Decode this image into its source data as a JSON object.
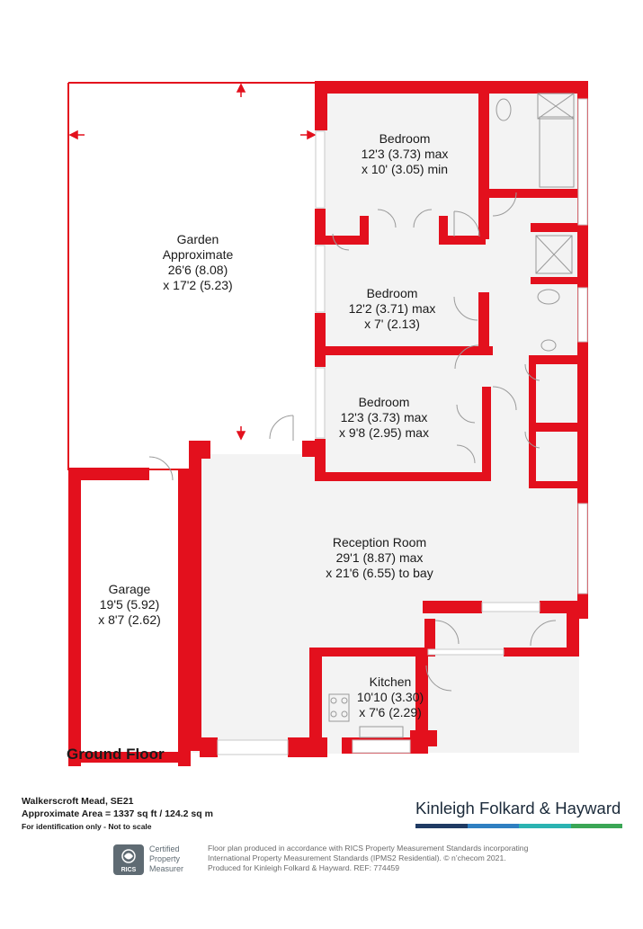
{
  "rooms": {
    "bedroom1": {
      "name": "Bedroom",
      "dim1": "12'3 (3.73) max",
      "dim2": "x 10' (3.05) min"
    },
    "bedroom2": {
      "name": "Bedroom",
      "dim1": "12'2 (3.71) max",
      "dim2": "x 7' (2.13)"
    },
    "bedroom3": {
      "name": "Bedroom",
      "dim1": "12'3 (3.73) max",
      "dim2": "x 9'8 (2.95) max"
    },
    "garden": {
      "name": "Garden",
      "sub": "Approximate",
      "dim1": "26'6 (8.08)",
      "dim2": "x 17'2 (5.23)"
    },
    "reception": {
      "name": "Reception Room",
      "dim1": "29'1 (8.87) max",
      "dim2": "x 21'6 (6.55) to bay"
    },
    "garage": {
      "name": "Garage",
      "dim1": "19'5 (5.92)",
      "dim2": "x 8'7 (2.62)"
    },
    "kitchen": {
      "name": "Kitchen",
      "dim1": "10'10 (3.30)",
      "dim2": "x 7'6 (2.29)"
    }
  },
  "floor_title": "Ground Floor",
  "footer": {
    "address": "Walkerscroft Mead, SE21",
    "area": "Approximate Area = 1337 sq ft / 124.2 sq m",
    "note": "For identification only - Not to scale",
    "brand": "Kinleigh Folkard & Hayward",
    "brand_colors": [
      "#1f3a63",
      "#2f7fc1",
      "#2bb3b1",
      "#3aa655"
    ],
    "rics_logo_text": "RICS",
    "rics_cert_line1": "Certified",
    "rics_cert_line2": "Property",
    "rics_cert_line3": "Measurer",
    "disclaimer_line1": "Floor plan produced in accordance with RICS Property Measurement Standards incorporating",
    "disclaimer_line2": "International Property Measurement Standards (IPMS2 Residential).  © n’checom 2021.",
    "disclaimer_line3": "Produced for Kinleigh Folkard & Hayward.   REF: 774459"
  },
  "colors": {
    "wall": "#e3101d",
    "floor": "#f3f3f3",
    "window": "#c9c9c9"
  }
}
